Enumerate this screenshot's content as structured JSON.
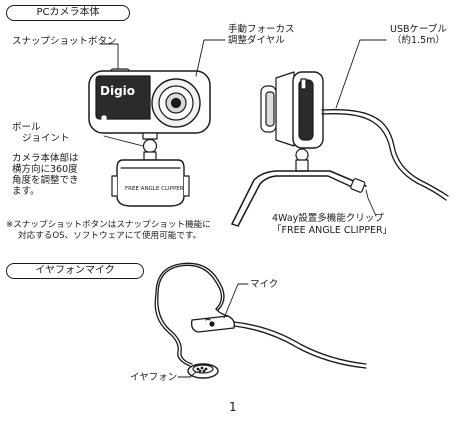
{
  "sections": {
    "camera_title": "PCカメラ本体",
    "earphone_title": "イヤフォンマイク"
  },
  "camera": {
    "brand": "Digio",
    "clip_print": "FREE ANGLE CLIPPER",
    "labels": {
      "snapshot_button": "スナップショットボタン",
      "manual_focus_line1": "手動フォーカス",
      "manual_focus_line2": "調整ダイヤル",
      "usb_cable_line1": "USBケーブル",
      "usb_cable_line2": "（約1.5m）",
      "ball_line1": "ボール",
      "ball_line2": "ジョイント",
      "body_desc_line1": "カメラ本体部は",
      "body_desc_line2": "横方向に360度",
      "body_desc_line3": "角度を調整でき",
      "body_desc_line4": "ます。",
      "note_line1": "※スナップショットボタンはスナップショット機能に",
      "note_line2": "対応するOS、ソフトウェアにて使用可能です。",
      "clip_line1": "4Way設置多機能クリップ",
      "clip_line2": "「FREE ANGLE CLIPPER」"
    }
  },
  "earphone": {
    "labels": {
      "mic": "マイク",
      "earphone": "イヤフォン"
    }
  },
  "page_number": "1"
}
